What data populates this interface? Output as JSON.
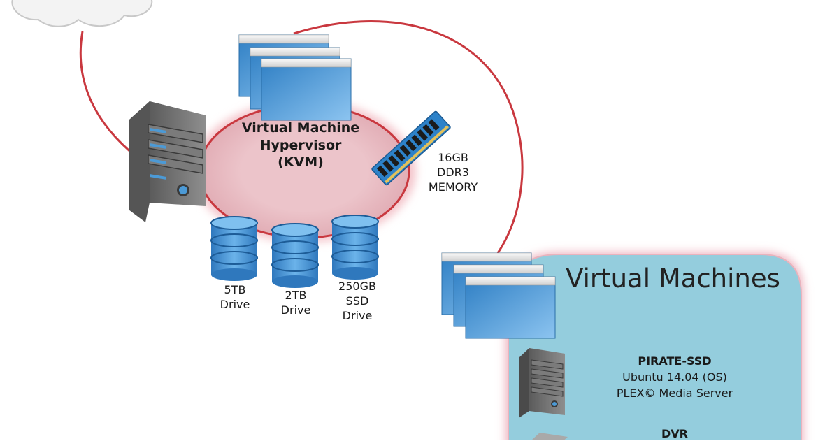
{
  "hypervisor": {
    "title_lines": [
      "Virtual Machine",
      "Hypervisor",
      "(KVM)"
    ]
  },
  "memory": {
    "label_lines": [
      "16GB",
      "DDR3",
      "MEMORY"
    ]
  },
  "drives": [
    {
      "lines": [
        "5TB",
        "Drive"
      ]
    },
    {
      "lines": [
        "2TB",
        "Drive"
      ]
    },
    {
      "lines": [
        "250GB",
        "SSD",
        "Drive"
      ]
    }
  ],
  "virtual_machines": {
    "title": "Virtual Machines",
    "items": [
      {
        "name": "PIRATE-SSD",
        "details": [
          "Ubuntu 14.04 (OS)",
          "PLEX© Media Server"
        ]
      },
      {
        "name": "DVR",
        "details": []
      }
    ]
  },
  "colors": {
    "connector_line": "#c9383f",
    "hypervisor_fill": "#ecc4ca",
    "vm_panel_fill": "#94cddd",
    "window_blue": "#4c9ad6",
    "disk_blue": "#4b95d4",
    "server_gray": "#6c6c6c"
  },
  "icons": {
    "cloud": "cloud-icon",
    "server": "server-tower-icon",
    "window_stack": "window-stack-icon",
    "ram": "ram-stick-icon",
    "disk": "database-disk-icon"
  }
}
